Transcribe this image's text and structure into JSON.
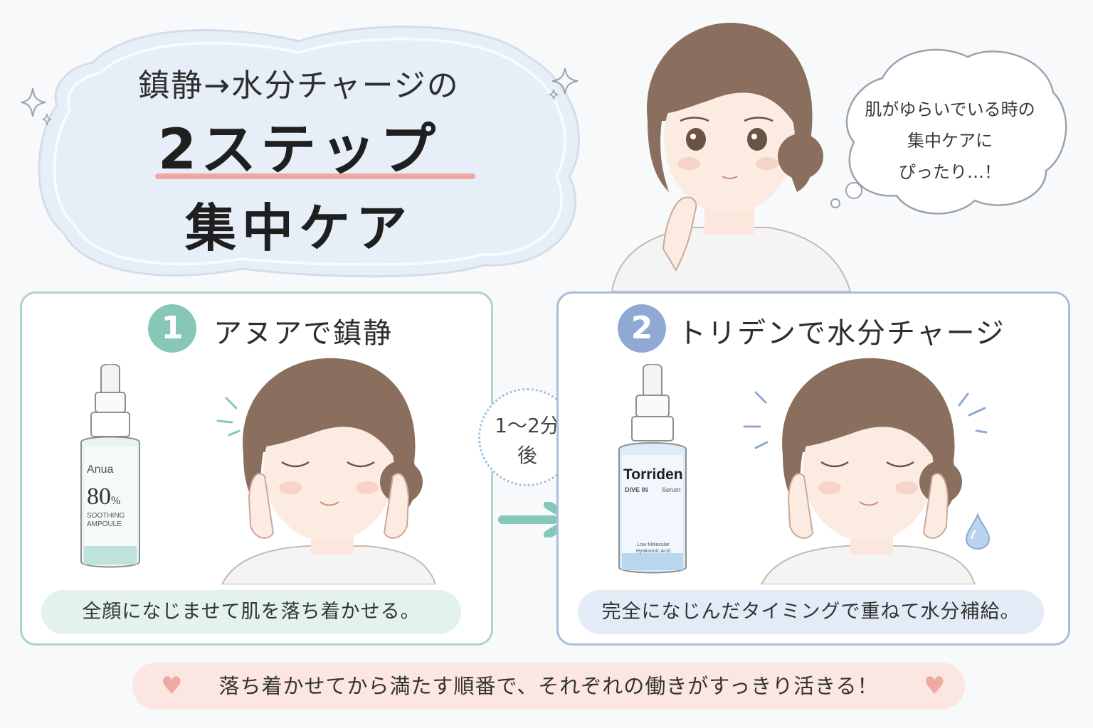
{
  "title": {
    "line1": "鎮静→水分チャージの",
    "line2": "2ステップ",
    "line3": "集中ケア"
  },
  "thought_bubble": {
    "line1": "肌がゆらいでいる時の",
    "line2": "集中ケアに",
    "line3": "ぴったり…！"
  },
  "step1": {
    "number": "1",
    "title": "アヌアで鎮静",
    "caption": "全顔になじませて肌を落ち着かせる。",
    "bottle": {
      "brand": "Anua",
      "percent": "80",
      "percent_unit": "%",
      "line1": "SOOTHING",
      "line2": "AMPOULE"
    }
  },
  "timing": {
    "line1": "1～2分",
    "line2": "後"
  },
  "step2": {
    "number": "2",
    "title": "トリデンで水分チャージ",
    "caption": "完全になじんだタイミングで重ねて水分補給。",
    "bottle": {
      "brand": "Torriden",
      "line1": "DIVE IN",
      "line2": "Serum",
      "line3": "Low Molecular",
      "line4": "Hyaluronic Acid"
    }
  },
  "banner": {
    "text": "落ち着かせてから満たす順番で、それぞれの働きがすっきり活きる！"
  },
  "colors": {
    "step1_accent": "#86c7b6",
    "step2_accent": "#8fa9d4",
    "title_underline": "#efa9a2",
    "banner_bg": "#fbe6e1"
  },
  "icons": [
    "sparkle-icon",
    "heart-icon",
    "arrow-right-icon",
    "water-drop-icon",
    "thought-bubble-icon"
  ]
}
